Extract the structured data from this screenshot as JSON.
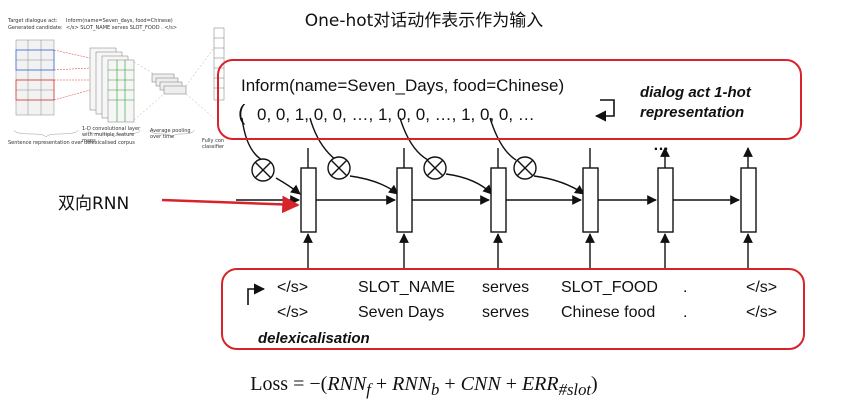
{
  "title": "One-hot对话动作表示作为输入",
  "dialog_act": {
    "inform_text": "Inform(name=Seven_Days, food=Chinese)",
    "onehot_text": "0, 0, 1, 0, 0, …, 1, 0, 0, …, 1, 0, 0, …",
    "note_line1": "dialog act 1-hot",
    "note_line2": "representation"
  },
  "birnn_label": "双向RNN",
  "ellipsis": "…",
  "tokens": {
    "row1": [
      "</s>",
      "SLOT_NAME",
      "serves",
      "SLOT_FOOD",
      ".",
      "</s>"
    ],
    "row2": [
      "</s>",
      "Seven Days",
      "serves",
      "Chinese food",
      ".",
      "</s>"
    ]
  },
  "delex_label": "delexicalisation",
  "loss": {
    "prefix": "Loss = −(",
    "t1": "RNN",
    "t1_sub": "f",
    "plus1": " + ",
    "t2": "RNN",
    "t2_sub": "b",
    "plus2": " + ",
    "t3": "CNN",
    "plus3": " + ",
    "t4": "ERR",
    "t4_sub": "#slot",
    "suffix": ")"
  },
  "cnn_figure": {
    "header1": "Target dialogue act:",
    "header1_val": "Inform(name=Seven_days, food=Chinese)",
    "header2": "Generated candidate:",
    "header2_val": "</s> SLOT_NAME serves SLOT_FOOD . </s>",
    "cap1": "Sentence representation over delexicalised corpus",
    "cap2": "1-D convolutional layer with multiple feature maps",
    "cap3": "Average pooling over time",
    "cap4": "Fully con classifier"
  },
  "colors": {
    "accent_red": "#d8232a",
    "ink": "#111111"
  }
}
